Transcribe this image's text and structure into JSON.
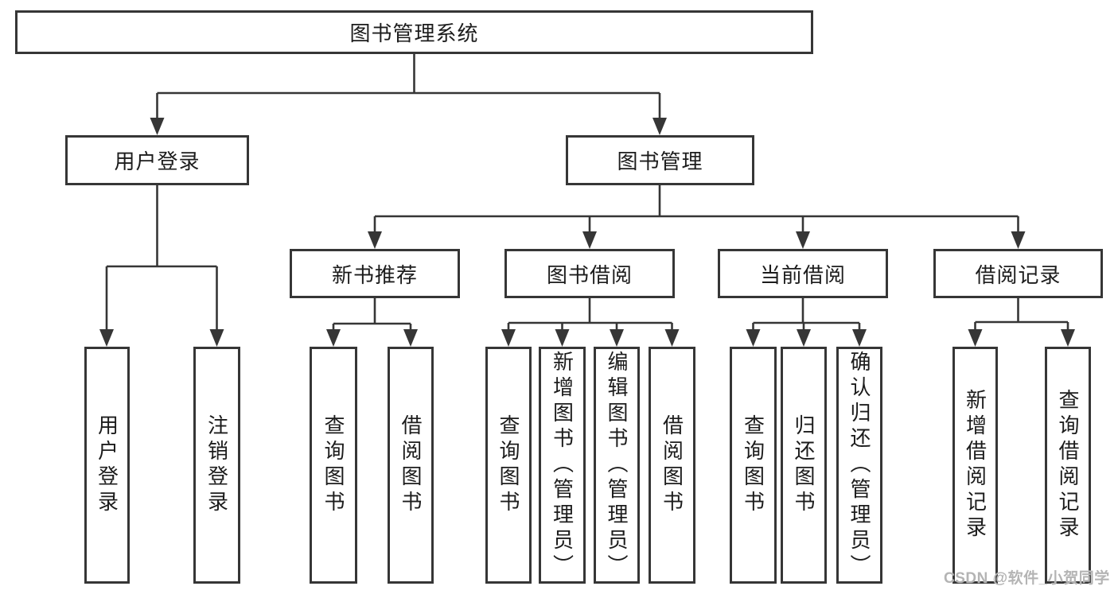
{
  "diagram": {
    "type": "function-structure-tree",
    "root": {
      "label": "图书管理系统",
      "children": [
        {
          "label": "用户登录",
          "children": [
            {
              "label": "用户登录"
            },
            {
              "label": "注销登录"
            }
          ]
        },
        {
          "label": "图书管理",
          "children": [
            {
              "label": "新书推荐",
              "children": [
                {
                  "label": "查询图书"
                },
                {
                  "label": "借阅图书"
                }
              ]
            },
            {
              "label": "图书借阅",
              "children": [
                {
                  "label": "查询图书"
                },
                {
                  "label": "新增图书（管理员）"
                },
                {
                  "label": "编辑图书（管理员）"
                },
                {
                  "label": "借阅图书"
                }
              ]
            },
            {
              "label": "当前借阅",
              "children": [
                {
                  "label": "查询图书"
                },
                {
                  "label": "归还图书"
                },
                {
                  "label": "确认归还（管理员）"
                }
              ]
            },
            {
              "label": "借阅记录",
              "children": [
                {
                  "label": "新增借阅记录"
                },
                {
                  "label": "查询借阅记录"
                }
              ]
            }
          ]
        }
      ]
    }
  },
  "watermark": {
    "text": "CSDN @软件_小贺同学"
  },
  "colors": {
    "line": "#363636",
    "box_border": "#363636",
    "text": "#1c1c1c",
    "background": "#ffffff",
    "watermark": "#b4b4b4"
  }
}
